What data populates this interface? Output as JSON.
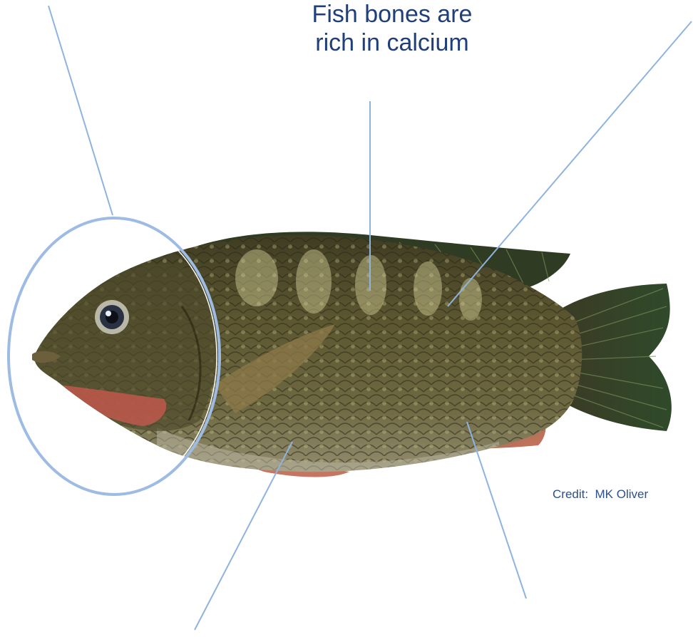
{
  "annotation": {
    "title_line_1": "Fish bones are",
    "title_line_2": "rich in calcium"
  },
  "credit": "Credit:  MK Oliver",
  "colors": {
    "title_text": "#1f3f7a",
    "credit_text": "#2d4f8a",
    "leader_line": "#8fb3df",
    "ring": "#9dbbe3"
  },
  "image": {
    "subject": "tilapia-fish"
  }
}
